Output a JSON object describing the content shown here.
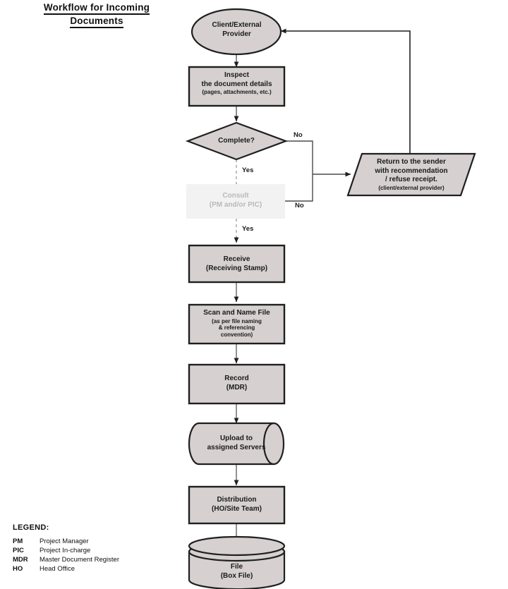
{
  "title": {
    "line1": "Workflow for Incoming",
    "line2": "Documents"
  },
  "colors": {
    "shape_fill": "#d6d0d0",
    "shape_stroke": "#1f1f1f",
    "faded_fill": "#f2f2f2",
    "faded_text": "#bcbcbc",
    "connector": "#6f6f6f",
    "text": "#1a1a1a",
    "background": "#ffffff"
  },
  "nodes": [
    {
      "id": "client-external-provider",
      "shape": "ellipse",
      "primary": "Client/External",
      "secondary": "Provider",
      "detail": ""
    },
    {
      "id": "inspect-document",
      "shape": "process",
      "primary": "Inspect",
      "secondary": "the document details",
      "detail": "(pages, attachments, etc.)"
    },
    {
      "id": "complete-decision",
      "shape": "decision",
      "primary": "Complete?",
      "secondary": "",
      "detail": ""
    },
    {
      "id": "return-to-sender",
      "shape": "parallelogram",
      "primary": "Return to the sender",
      "secondary": "with recommendation",
      "detail": "/ refuse receipt.",
      "detail2": "(client/external provider)"
    },
    {
      "id": "consult",
      "shape": "process-faded",
      "primary": "Consult",
      "secondary": "(PM and/or PIC)",
      "detail": ""
    },
    {
      "id": "receive",
      "shape": "process",
      "primary": "Receive",
      "secondary": "(Receiving Stamp)",
      "detail": ""
    },
    {
      "id": "scan-and-name-file",
      "shape": "process",
      "primary": "Scan and Name File",
      "secondary": "(as per file naming",
      "detail": "& referencing",
      "detail2": "convention)"
    },
    {
      "id": "record",
      "shape": "process",
      "primary": "Record",
      "secondary": "(MDR)",
      "detail": ""
    },
    {
      "id": "upload-to-servers",
      "shape": "cylinder-horizontal",
      "primary": "Upload to",
      "secondary": "assigned Servers",
      "detail": ""
    },
    {
      "id": "distribution",
      "shape": "process",
      "primary": "Distribution",
      "secondary": "(HO/Site Team)",
      "detail": ""
    },
    {
      "id": "file-box-file",
      "shape": "cylinder-vertical",
      "primary": "File",
      "secondary": "(Box File)",
      "detail": ""
    }
  ],
  "edge_labels": {
    "complete_no": "No",
    "complete_yes": "Yes",
    "consult_no": "No",
    "consult_yes": "Yes"
  },
  "legend": {
    "heading": "LEGEND:",
    "entries": [
      {
        "abbr": "PM",
        "term": "Project Manager"
      },
      {
        "abbr": "PIC",
        "term": "Project In-charge"
      },
      {
        "abbr": "MDR",
        "term": "Master Document Register"
      },
      {
        "abbr": "HO",
        "term": "Head Office"
      }
    ]
  }
}
